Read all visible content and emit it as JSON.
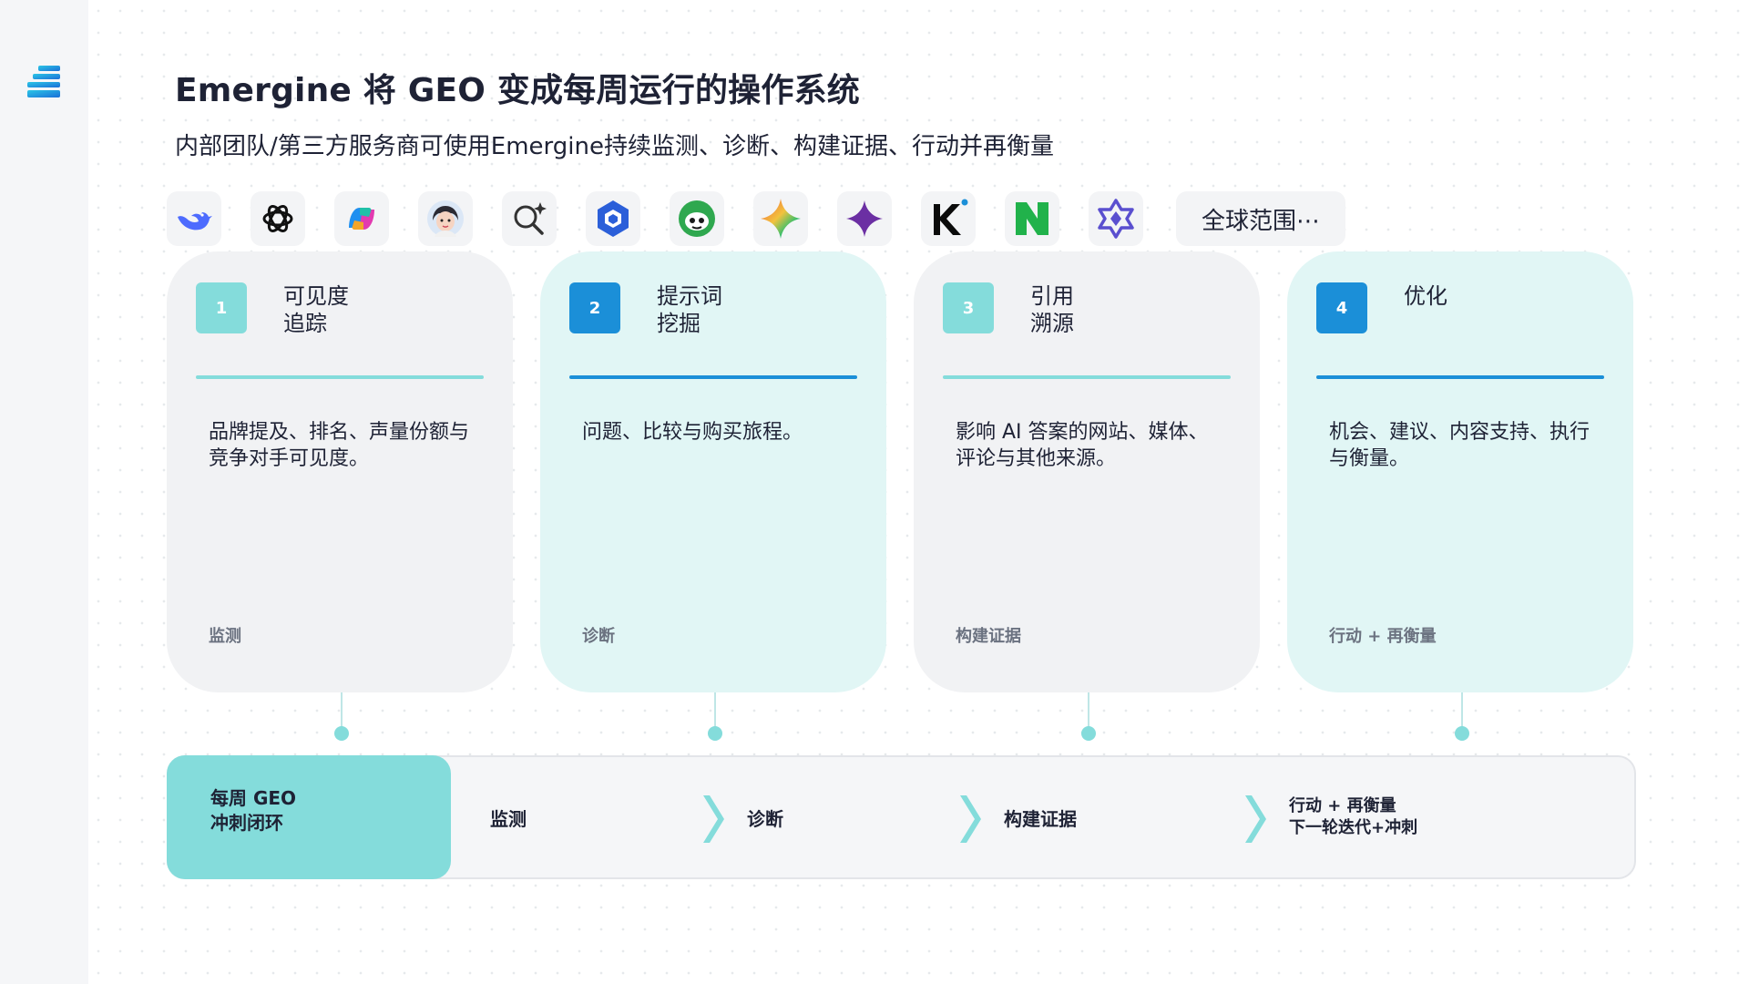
{
  "page": {
    "title": "Emergine 将 GEO 变成每周运行的操作系统",
    "subtitle": "内部团队/第三方服务商可使用Emergine持续监测、诊断、构建证据、行动并再衡量"
  },
  "platforms": {
    "icons": [
      "deepseek-icon",
      "chatgpt-icon",
      "copilot-icon",
      "avatar-assistant-icon",
      "ai-search-icon",
      "hexagon-assistant-icon",
      "frog-assistant-icon",
      "gemini-icon",
      "purple-sparkle-icon",
      "kimi-icon",
      "naver-icon",
      "star-assistant-icon"
    ],
    "more_label": "全球范围⋯"
  },
  "cards": [
    {
      "num": "1",
      "title": "可见度\n追踪",
      "desc": "品牌提及、排名、声量份额与竞争对手可见度。",
      "foot": "监测"
    },
    {
      "num": "2",
      "title": "提示词\n挖掘",
      "desc": "问题、比较与购买旅程。",
      "foot": "诊断"
    },
    {
      "num": "3",
      "title": "引用\n溯源",
      "desc": "影响 AI 答案的网站、媒体、评论与其他来源。",
      "foot": "构建证据"
    },
    {
      "num": "4",
      "title": "优化",
      "desc": "机会、建议、内容支持、执行与衡量。",
      "foot": "行动 + 再衡量"
    }
  ],
  "loop": {
    "label": "每周 GEO\n冲刺闭环",
    "steps": [
      "监测",
      "诊断",
      "构建证据",
      "行动 + 再衡量\n下一轮迭代+冲刺"
    ]
  },
  "colors": {
    "accent_teal": "#84dcdb",
    "accent_blue": "#1b8fd8",
    "card_teal_bg": "#e1f6f5",
    "card_grey_bg": "#f1f2f4",
    "text_dark": "#1e2235"
  }
}
